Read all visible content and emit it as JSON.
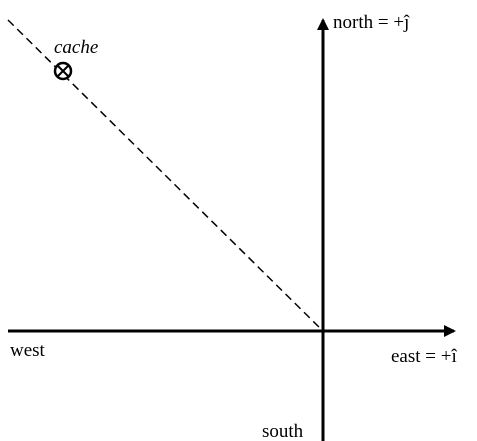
{
  "diagram": {
    "labels": {
      "north": "north = +ĵ",
      "east": "east = +î",
      "west": "west",
      "south": "south",
      "cache": "cache"
    },
    "markers": {
      "cache_icon": "circled-x-icon"
    },
    "colors": {
      "ink": "#000000",
      "background": "#ffffff"
    }
  }
}
